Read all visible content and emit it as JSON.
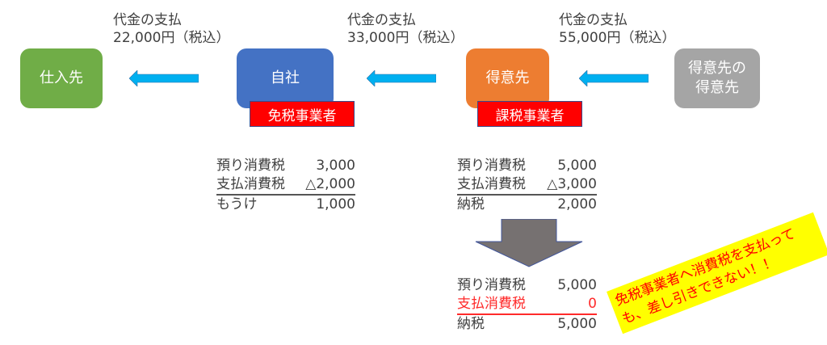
{
  "entities": {
    "supplier": "仕入先",
    "self": "自社",
    "customer": "得意先",
    "customer2": "得意先の\n得意先"
  },
  "tags": {
    "self": "免税事業者",
    "customer": "課税事業者"
  },
  "payments": [
    {
      "title": "代金の支払",
      "amount": "22,000円（税込）"
    },
    {
      "title": "代金の支払",
      "amount": "33,000円（税込）"
    },
    {
      "title": "代金の支払",
      "amount": "55,000円（税込）"
    }
  ],
  "self_table": [
    {
      "label": "預り消費税",
      "value": "3,000"
    },
    {
      "label": "支払消費税",
      "value": "△2,000"
    },
    {
      "label": "もうけ",
      "value": "1,000"
    }
  ],
  "customer_table": [
    {
      "label": "預り消費税",
      "value": "5,000"
    },
    {
      "label": "支払消費税",
      "value": "△3,000"
    },
    {
      "label": "納税",
      "value": "2,000"
    }
  ],
  "result_table": [
    {
      "label": "預り消費税",
      "value": "5,000"
    },
    {
      "label": "支払消費税",
      "value": "0"
    },
    {
      "label": "納税",
      "value": "5,000"
    }
  ],
  "note": "免税事業者へ消費税を支払っても、差し引きできない！！",
  "colors": {
    "green": "#70AD47",
    "blue": "#4472C4",
    "orange": "#ED7D31",
    "gray": "#A5A5A5",
    "arrow": "#00B0F0"
  }
}
